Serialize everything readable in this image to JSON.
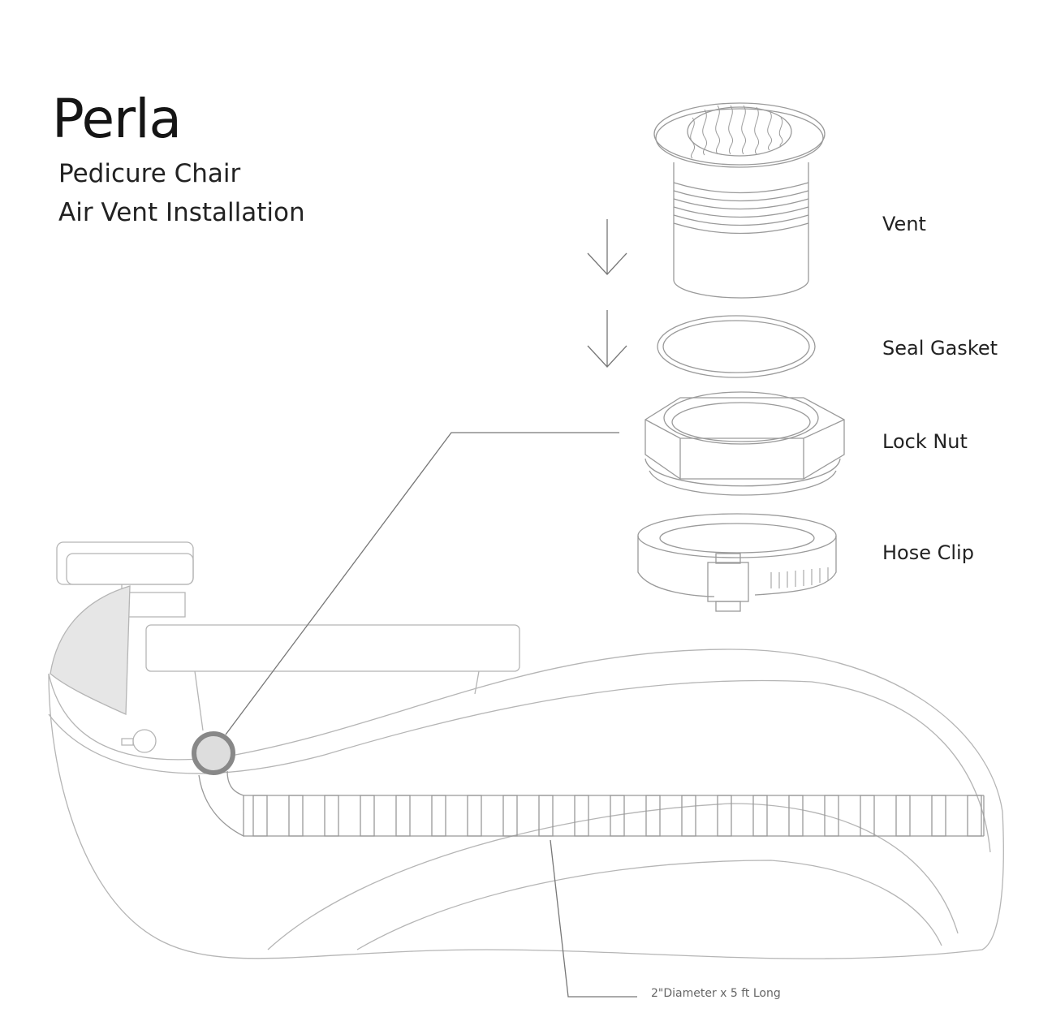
{
  "title": "Perla",
  "subtitle_lines": [
    "Pedicure Chair",
    "Air Vent Installation"
  ],
  "parts": [
    {
      "label": "Vent"
    },
    {
      "label": "Seal Gasket"
    },
    {
      "label": "Lock Nut"
    },
    {
      "label": "Hose Clip"
    }
  ],
  "hose_note": "2\"Diameter x 5 ft Long"
}
